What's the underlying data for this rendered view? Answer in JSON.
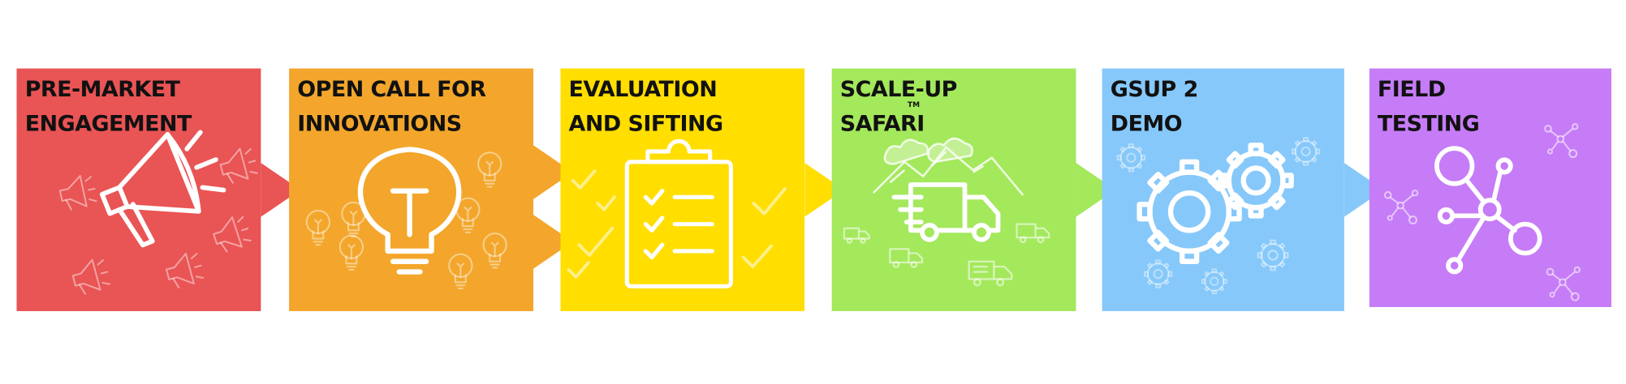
{
  "steps": [
    {
      "lines": [
        "PRE-MARKET",
        "ENGAGEMENT"
      ],
      "color": "#e95455",
      "icon": "megaphone-icon"
    },
    {
      "lines": [
        "OPEN CALL FOR",
        "INNOVATIONS"
      ],
      "color": "#f3a62b",
      "icon": "lightbulb-icon"
    },
    {
      "lines": [
        "EVALUATION",
        "AND SIFTING"
      ],
      "color": "#ffde00",
      "icon": "clipboard-checklist-icon"
    },
    {
      "lines": [
        "SCALE-UP",
        "SAFARI"
      ],
      "trademark": "TM",
      "color": "#a4e85c",
      "icon": "delivery-truck-icon"
    },
    {
      "lines": [
        "GSUP 2",
        "DEMO"
      ],
      "color": "#86c8fa",
      "icon": "gears-icon"
    },
    {
      "lines": [
        "FIELD",
        "TESTING"
      ],
      "color": "#c67cf7",
      "icon": "network-nodes-icon"
    }
  ]
}
